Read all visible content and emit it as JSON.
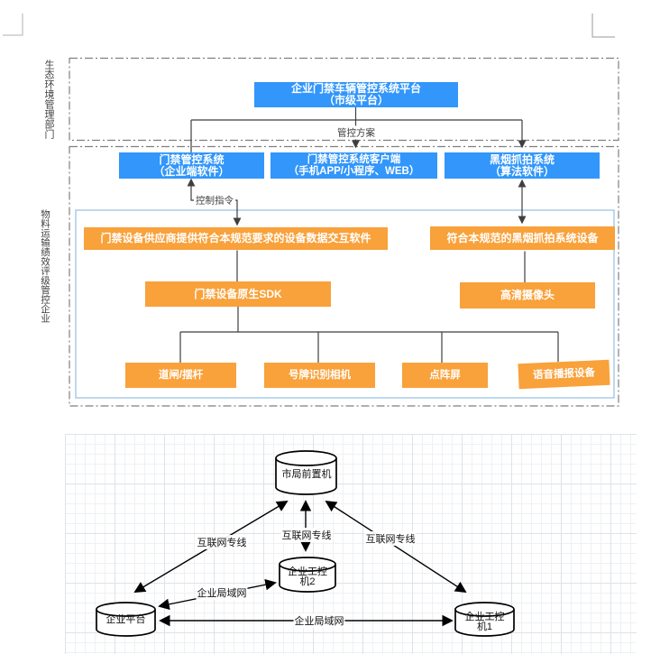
{
  "colors": {
    "node-blue": "#3296fa",
    "node-orange": "#f9a13a",
    "container-border": "#9cc2e5",
    "dash-border": "#7f7f7f",
    "connector": "#3f3f3f"
  },
  "top_diagram": {
    "section_label_government": "生态环境管理部门",
    "section_label_enterprise": "物料运输绩效评级管控企业",
    "platform": "企业门禁车辆管控系统平台\n（市级平台）",
    "arrow_label_plan": "管控方案",
    "arrow_label_command": "控制指令",
    "sys_access": "门禁管控系统\n（企业端软件）",
    "sys_client": "门禁管控系统客户端\n（手机APP/小程序、WEB）",
    "sys_smoke": "黑烟抓拍系统\n（算法软件）",
    "dev_software": "门禁设备供应商提供符合本规范要求的设备数据交互软件",
    "dev_smoke": "符合本规范的黑烟抓拍系统设备",
    "sdk": "门禁设备原生SDK",
    "camera": "高清摄像头",
    "terminal_gate": "道闸/摆杆",
    "terminal_plate_camera": "号牌识别相机",
    "terminal_led": "点阵屏",
    "terminal_voice": "语音播报设备"
  },
  "network_diagram": {
    "nodes": {
      "city_server": "市局前置机",
      "ipc2": "企业工控\n机2",
      "platform": "企业平台",
      "ipc1": "企业工控\n机1"
    },
    "edge_labels": {
      "internet_1": "互联网专线",
      "internet_2": "互联网专线",
      "internet_3": "互联网专线",
      "lan_1": "企业局域网",
      "lan_2": "企业局域网"
    }
  }
}
